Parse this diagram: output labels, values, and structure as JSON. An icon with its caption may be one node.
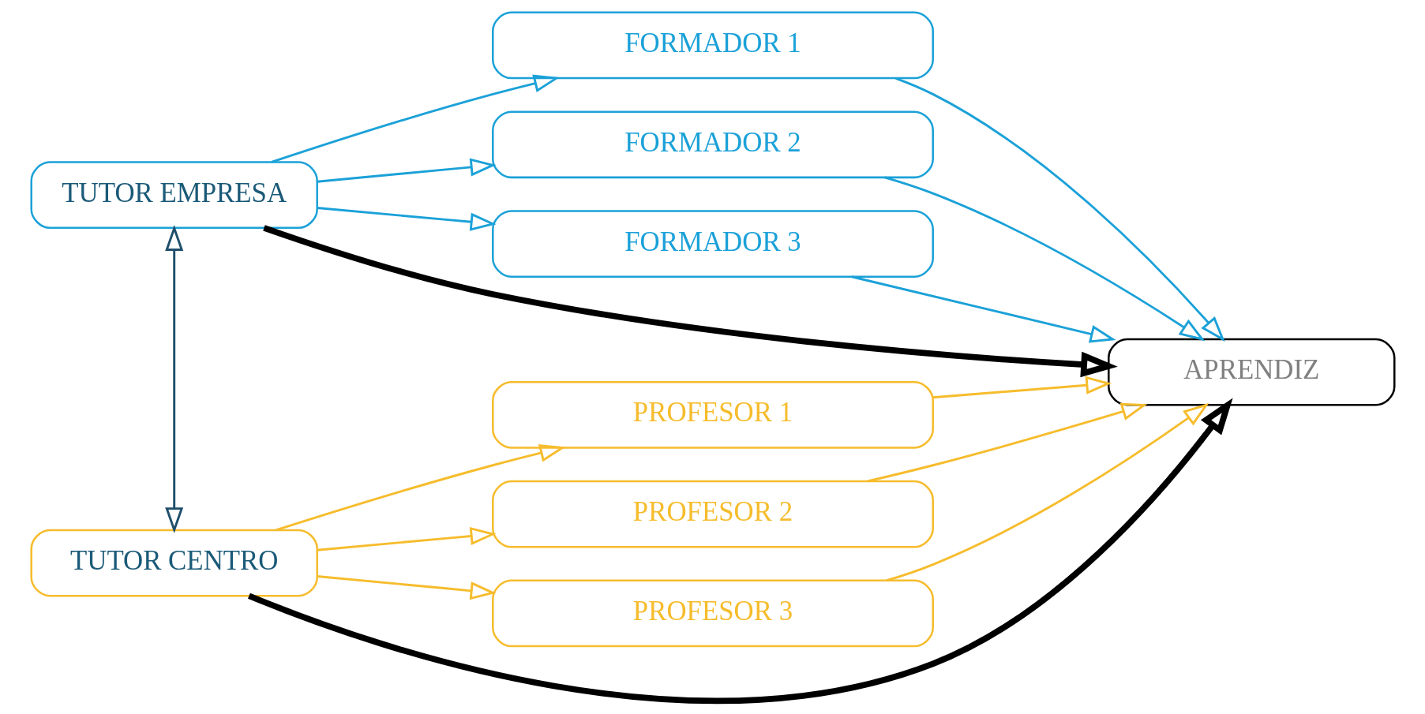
{
  "diagram": {
    "nodes": [
      {
        "text": [
          "TUTOR EMPRESA"
        ]
      },
      {
        "text": [
          "TUTOR CENTRO"
        ]
      },
      {
        "text": [
          "FORMADOR 1"
        ]
      },
      {
        "text": [
          "FORMADOR 2"
        ]
      },
      {
        "text": [
          "FORMADOR 3"
        ]
      },
      {
        "text": [
          "PROFESOR 1"
        ]
      },
      {
        "text": [
          "PROFESOR 2"
        ]
      },
      {
        "text": [
          "PROFESOR 3"
        ]
      },
      {
        "text": [
          "APRENDIZ"
        ]
      }
    ],
    "edges": [
      {
        "from": 0,
        "to": 2,
        "arrow": "to",
        "color": "#1ba1d8"
      },
      {
        "from": 0,
        "to": 3,
        "arrow": "to",
        "color": "#1ba1d8"
      },
      {
        "from": 0,
        "to": 4,
        "arrow": "to",
        "color": "#1ba1d8"
      },
      {
        "from": 0,
        "to": 1,
        "arrow": "both",
        "color": "#1f4e6b"
      },
      {
        "from": 1,
        "to": 5,
        "arrow": "to",
        "color": "#f6bc2c"
      },
      {
        "from": 1,
        "to": 6,
        "arrow": "to",
        "color": "#f6bc2c"
      },
      {
        "from": 1,
        "to": 7,
        "arrow": "to",
        "color": "#f6bc2c"
      },
      {
        "from": 2,
        "to": 8,
        "arrow": "to",
        "color": "#1ba1d8"
      },
      {
        "from": 3,
        "to": 8,
        "arrow": "to",
        "color": "#1ba1d8"
      },
      {
        "from": 4,
        "to": 8,
        "arrow": "to",
        "color": "#1ba1d8"
      },
      {
        "from": 5,
        "to": 8,
        "arrow": "to",
        "color": "#f6bc2c"
      },
      {
        "from": 6,
        "to": 8,
        "arrow": "to",
        "color": "#f6bc2c"
      },
      {
        "from": 7,
        "to": 8,
        "arrow": "to",
        "color": "#f6bc2c"
      },
      {
        "from": 0,
        "to": 8,
        "arrow": "to",
        "style": "thick",
        "color": "#000000"
      },
      {
        "from": 1,
        "to": 8,
        "arrow": "to",
        "style": "thick",
        "color": "#000000"
      }
    ]
  }
}
